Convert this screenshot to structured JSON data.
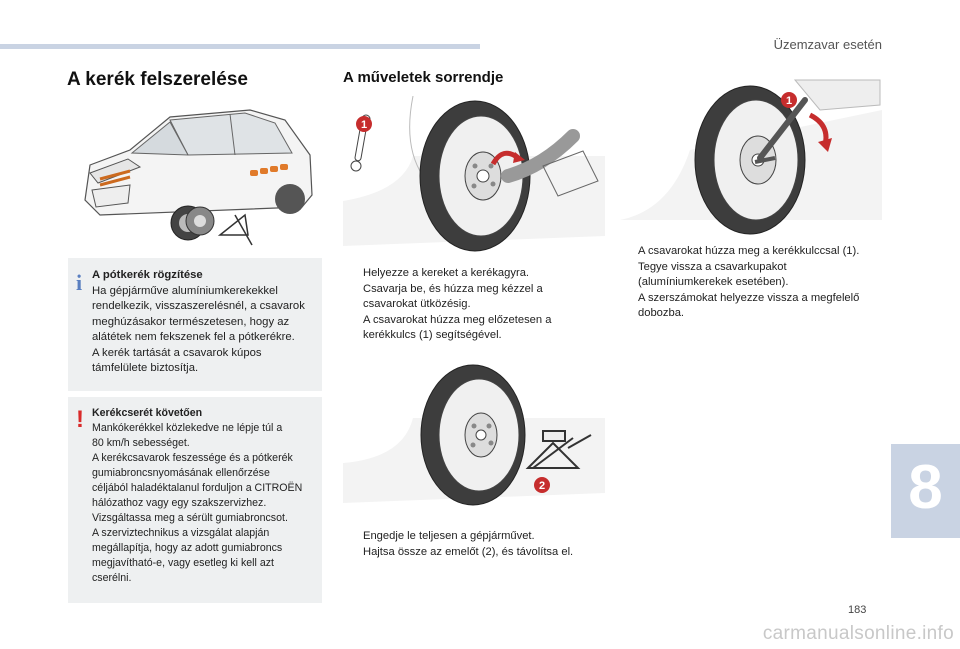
{
  "header": {
    "chapter_title": "Üzemzavar esetén"
  },
  "left": {
    "title": "A kerék felszerelése",
    "info": {
      "title": "A pótkerék rögzítése",
      "lines": [
        "Ha gépjárműve alumíniumkerekekkel",
        "rendelkezik, visszaszerelésnél, a csavarok",
        "meghúzásakor természetesen, hogy az",
        "alátétek nem fekszenek fel a pótkerékre.",
        "A kerék tartását a csavarok kúpos",
        "támfelülete biztosítja."
      ]
    },
    "warning": {
      "title": "Kerékcserét követően",
      "lines": [
        "Mankókerékkel közlekedve ne lépje túl a",
        "80 km/h sebességet.",
        "A kerékcsavarok feszessége és a pótkerék",
        "gumiabroncsnyomásának ellenőrzése",
        "céljából haladéktalanul forduljon a CITROËN",
        "hálózathoz vagy egy szakszervizhez.",
        "Vizsgáltassa meg a sérült gumiabroncsot.",
        "A szerviztechnikus a vizsgálat alapján",
        "megállapítja, hogy az adott gumiabroncs",
        "megjavítható-e, vagy esetleg ki kell azt",
        "cserélni."
      ]
    }
  },
  "middle": {
    "title": "A műveletek sorrendje",
    "steps1": [
      {
        "lines": [
          "Helyezze a kereket a kerékagyra."
        ]
      },
      {
        "lines": [
          "Csavarja be, és húzza meg kézzel a",
          "csavarokat ütközésig."
        ]
      },
      {
        "lines": [
          "A csavarokat húzza meg előzetesen a",
          "kerékkulcs (1) segítségével."
        ]
      }
    ],
    "steps2": [
      {
        "lines": [
          "Engedje le teljesen a gépjárművet."
        ]
      },
      {
        "lines": [
          "Hajtsa össze az emelőt (2), és távolítsa el."
        ]
      }
    ]
  },
  "right": {
    "steps": [
      {
        "lines": [
          "A csavarokat húzza meg a kerékkulccsal (1)."
        ]
      },
      {
        "lines": [
          "Tegye vissza a csavarkupakot",
          "(alumíniumkerekek esetében)."
        ]
      },
      {
        "lines": [
          "A szerszámokat helyezze vissza a megfelelő",
          "dobozba."
        ]
      }
    ]
  },
  "callouts": {
    "one": "1",
    "two": "2"
  },
  "bullet_mark": "",
  "info_mark": "i",
  "warn_mark": "!",
  "chapter_number": "8",
  "page_number": "183",
  "watermark": "carmanualsonline.info",
  "colors": {
    "accent": "#c9d3e3",
    "callout": "#c62d2d",
    "warning": "#d92a2a",
    "info": "#5a7fc0"
  }
}
